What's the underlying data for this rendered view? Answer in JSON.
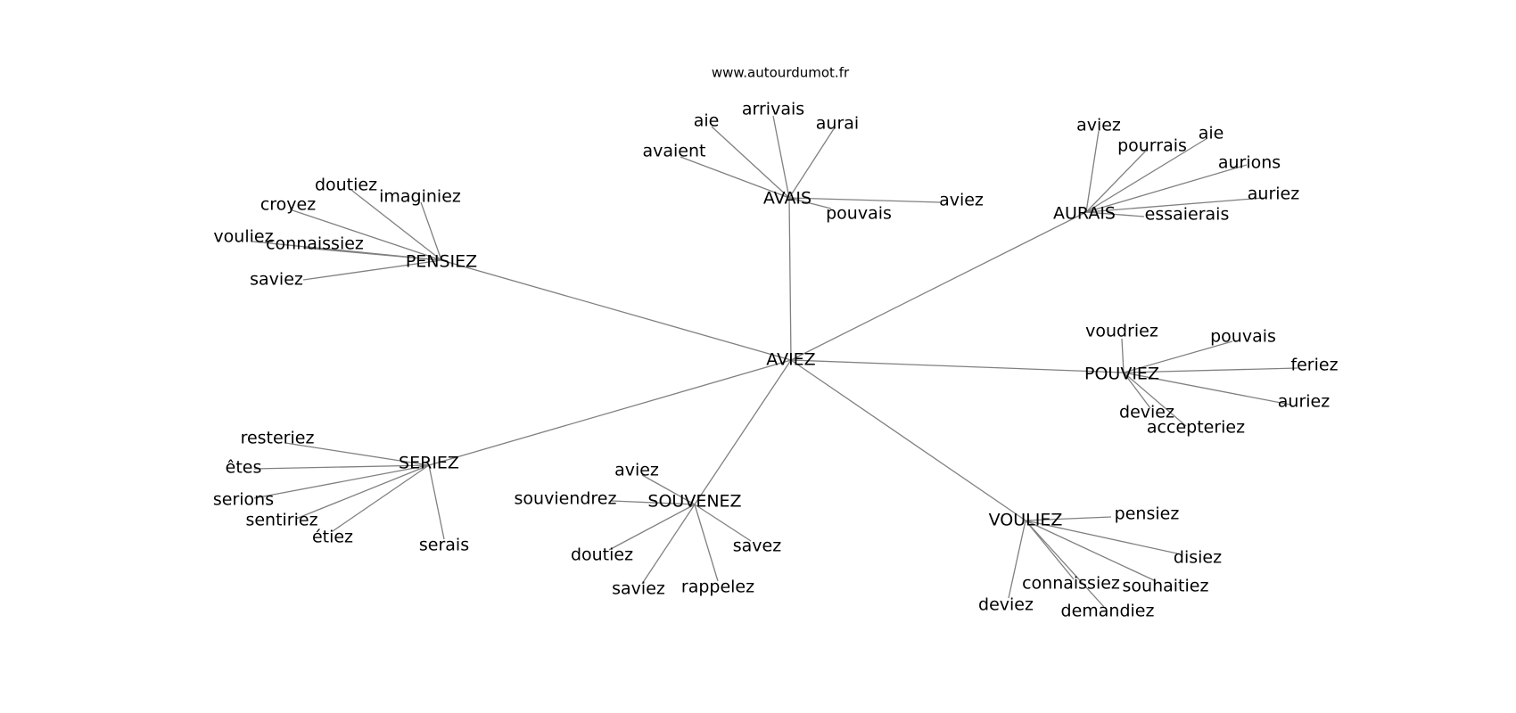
{
  "watermark": "www.autourdumot.fr",
  "graph": {
    "center": "AVIEZ",
    "hubs": [
      {
        "id": "avais",
        "label": "AVAIS",
        "leaves": [
          {
            "id": "aie",
            "label": "aie"
          },
          {
            "id": "arrivais",
            "label": "arrivais"
          },
          {
            "id": "aurai",
            "label": "aurai"
          },
          {
            "id": "avaient",
            "label": "avaient"
          },
          {
            "id": "aviez",
            "label": "aviez"
          },
          {
            "id": "pouvais",
            "label": "pouvais"
          }
        ]
      },
      {
        "id": "aurais",
        "label": "AURAIS",
        "leaves": [
          {
            "id": "aviez",
            "label": "aviez"
          },
          {
            "id": "pourrais",
            "label": "pourrais"
          },
          {
            "id": "aie",
            "label": "aie"
          },
          {
            "id": "aurions",
            "label": "aurions"
          },
          {
            "id": "auriez",
            "label": "auriez"
          },
          {
            "id": "essaierais",
            "label": "essaierais"
          }
        ]
      },
      {
        "id": "pensiez",
        "label": "PENSIEZ",
        "leaves": [
          {
            "id": "doutiez",
            "label": "doutiez"
          },
          {
            "id": "imaginiez",
            "label": "imaginiez"
          },
          {
            "id": "croyez",
            "label": "croyez"
          },
          {
            "id": "vouliez",
            "label": "vouliez"
          },
          {
            "id": "connaissiez",
            "label": "connaissiez"
          },
          {
            "id": "saviez",
            "label": "saviez"
          }
        ]
      },
      {
        "id": "pouviez",
        "label": "POUVIEZ",
        "leaves": [
          {
            "id": "voudriez",
            "label": "voudriez"
          },
          {
            "id": "pouvais",
            "label": "pouvais"
          },
          {
            "id": "feriez",
            "label": "feriez"
          },
          {
            "id": "auriez",
            "label": "auriez"
          },
          {
            "id": "deviez",
            "label": "deviez"
          },
          {
            "id": "accepteriez",
            "label": "accepteriez"
          }
        ]
      },
      {
        "id": "seriez",
        "label": "SERIEZ",
        "leaves": [
          {
            "id": "resteriez",
            "label": "resteriez"
          },
          {
            "id": "etes",
            "label": "êtes"
          },
          {
            "id": "serions",
            "label": "serions"
          },
          {
            "id": "sentiriez",
            "label": "sentiriez"
          },
          {
            "id": "etiez",
            "label": "étiez"
          },
          {
            "id": "serais",
            "label": "serais"
          }
        ]
      },
      {
        "id": "souvenez",
        "label": "SOUVENEZ",
        "leaves": [
          {
            "id": "aviez",
            "label": "aviez"
          },
          {
            "id": "souviendrez",
            "label": "souviendrez"
          },
          {
            "id": "doutiez",
            "label": "doutiez"
          },
          {
            "id": "saviez",
            "label": "saviez"
          },
          {
            "id": "rappelez",
            "label": "rappelez"
          },
          {
            "id": "savez",
            "label": "savez"
          }
        ]
      },
      {
        "id": "vouliez",
        "label": "VOULIEZ",
        "leaves": [
          {
            "id": "pensiez",
            "label": "pensiez"
          },
          {
            "id": "disiez",
            "label": "disiez"
          },
          {
            "id": "souhaitiez",
            "label": "souhaitiez"
          },
          {
            "id": "connaissiez",
            "label": "connaissiez"
          },
          {
            "id": "demandiez",
            "label": "demandiez"
          },
          {
            "id": "deviez",
            "label": "deviez"
          }
        ]
      }
    ]
  }
}
